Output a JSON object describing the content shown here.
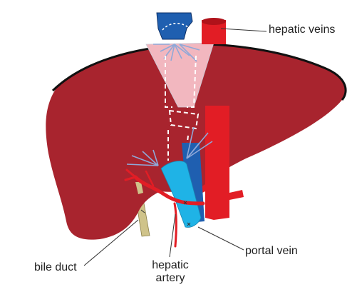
{
  "labels": {
    "hepatic_veins": "hepatic veins",
    "portal_vein": "portal vein",
    "bile_duct": "bile duct",
    "hepatic_artery_line1": "hepatic",
    "hepatic_artery_line2": "artery"
  },
  "colors": {
    "liver": "#a8242e",
    "liver_outline": "#111111",
    "vena_cava": "#1f5fb0",
    "aorta": "#e21d25",
    "portal_vein": "#1fb3e6",
    "hepatic_artery": "#e21d25",
    "bile_duct": "#cfc38a",
    "pink_region": "#f2b7bf",
    "vessel_branch_blue": "#8fa8d8",
    "leader_line": "#333333"
  }
}
